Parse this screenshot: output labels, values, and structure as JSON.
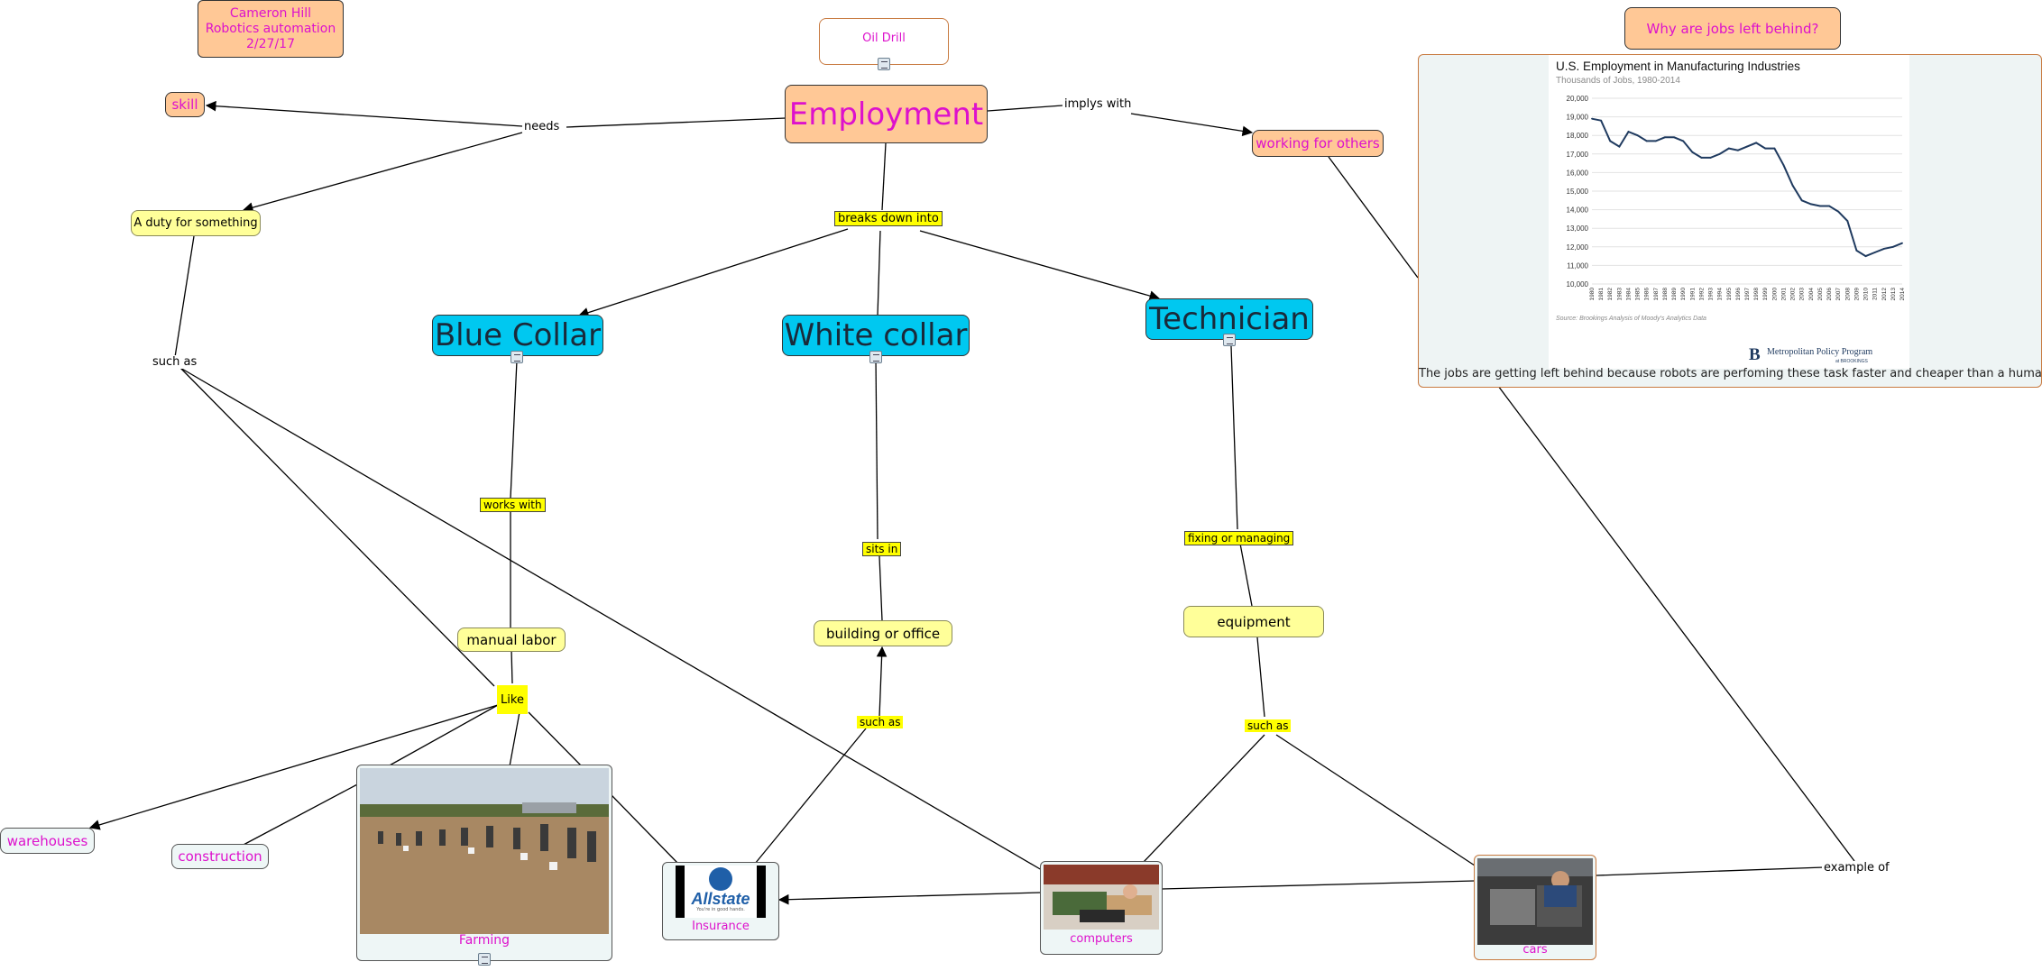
{
  "header": {
    "author": "Cameron Hill",
    "subject": "Robotics automation",
    "date": "2/27/17"
  },
  "nodes": {
    "oil_drill": "Oil Drill",
    "employment": "Employment",
    "skill": "skill",
    "duty": "A duty for something",
    "working_for_others": "working for others",
    "why_jobs": "Why are jobs left behind?",
    "blue_collar": "Blue Collar",
    "white_collar": "White collar",
    "technician": "Technician",
    "manual_labor": "manual labor",
    "building_or_office": "building or office",
    "equipment": "equipment",
    "like": "Like",
    "warehouses": "warehouses",
    "construction": "construction",
    "farming": "Farming",
    "insurance": "Insurance",
    "computers": "computers",
    "cars": "cars"
  },
  "link_labels": {
    "needs": "needs",
    "implys_with": "implys with",
    "breaks_down_into": "breaks down into",
    "such_as_left": "such as",
    "works_with": "works with",
    "sits_in": "sits in",
    "fixing_or_managing": "fixing or managing",
    "such_as_middle": "such as",
    "such_as_right": "such as",
    "example_of": "example of"
  },
  "images": {
    "allstate_logo_text": "Allstate",
    "allstate_tagline": "You're in good hands."
  },
  "chart_card": {
    "caption": "The jobs are getting left behind because robots are perfoming these task faster and cheaper than a human can",
    "source": "Source: Brookings Analysis of Moody's Analytics Data",
    "logo_letter": "B",
    "logo_name": "Metropolitan Policy Program",
    "logo_sub": "at BROOKINGS"
  },
  "colors": {
    "orange": "#ffc896",
    "yellow": "#ffff99",
    "blue": "#00c8f0",
    "magenta": "#dd11cc",
    "line": "#1f3a5f"
  },
  "chart_data": {
    "type": "line",
    "title": "U.S. Employment in Manufacturing Industries",
    "subtitle": "Thousands of Jobs, 1980-2014",
    "x": [
      "1980",
      "1981",
      "1982",
      "1983",
      "1984",
      "1985",
      "1986",
      "1987",
      "1988",
      "1989",
      "1990",
      "1991",
      "1992",
      "1993",
      "1994",
      "1995",
      "1996",
      "1997",
      "1998",
      "1999",
      "2000",
      "2001",
      "2002",
      "2003",
      "2004",
      "2005",
      "2006",
      "2007",
      "2008",
      "2009",
      "2010",
      "2011",
      "2012",
      "2013",
      "2014"
    ],
    "values": [
      18900,
      18800,
      17700,
      17400,
      18200,
      18000,
      17700,
      17700,
      17900,
      17900,
      17700,
      17100,
      16800,
      16800,
      17000,
      17300,
      17200,
      17400,
      17600,
      17300,
      17300,
      16400,
      15300,
      14500,
      14300,
      14200,
      14200,
      13900,
      13400,
      11800,
      11500,
      11700,
      11900,
      12000,
      12200
    ],
    "yticks": [
      "10,000",
      "11,000",
      "12,000",
      "13,000",
      "14,000",
      "15,000",
      "16,000",
      "17,000",
      "18,000",
      "19,000",
      "20,000"
    ],
    "ylim": [
      10000,
      20000
    ],
    "grid": true
  }
}
